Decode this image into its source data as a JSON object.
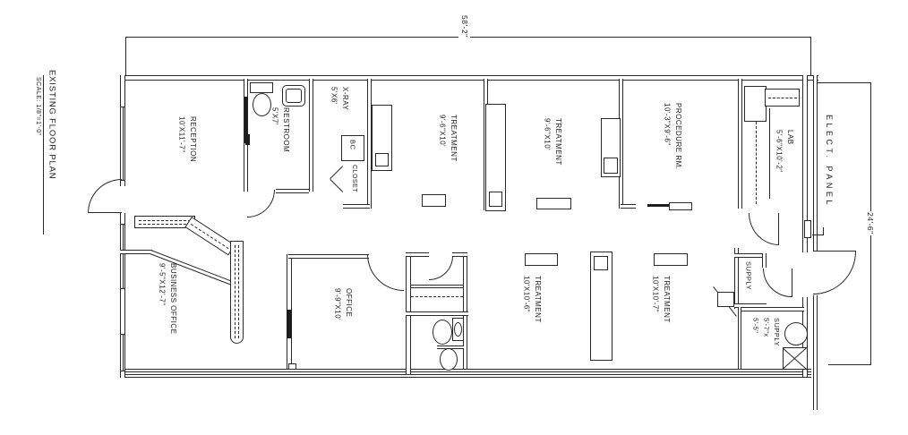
{
  "title": {
    "name": "EXISTING FLOOR PLAN",
    "scale": "SCALE: 1/8\"=1'-0\""
  },
  "dimensions": {
    "overall_width": "58'-2\"",
    "overall_depth": "24'-6\""
  },
  "rooms": {
    "reception": {
      "name": "RECEPTION",
      "dims": "10'X11'-7\""
    },
    "restroom": {
      "name": "RESTROOM",
      "dims": "5'X7'"
    },
    "xray": {
      "name": "X-RAY",
      "dims": "5'X6'"
    },
    "treatment_a": {
      "name": "TREATMENT",
      "dims": "9'-6\"X10'"
    },
    "treatment_b": {
      "name": "TREATMENT",
      "dims": "9'-6\"X10'"
    },
    "procedure": {
      "name": "PROCEDURE RM.",
      "dims": "10'-3\"X9'-6\""
    },
    "lab": {
      "name": "LAB",
      "dims": "5'-6\"X10'-2\""
    },
    "business_office": {
      "name": "BUSINESS OFFICE",
      "dims": "9'-5\"X12'-7\""
    },
    "office": {
      "name": "OFFICE",
      "dims": "9'-9\"X10'"
    },
    "treatment_c": {
      "name": "TREATMENT",
      "dims": "10'X10'-6\""
    },
    "treatment_d": {
      "name": "TREATMENT",
      "dims": "10'X10'-7\""
    },
    "supply_closet": {
      "name": "SUPPLY"
    },
    "supply_room": {
      "name": "SUPPLY",
      "dims_w": "5'-7\"x",
      "dims_h": "5'-5\""
    }
  },
  "annotations": {
    "elect_panel": "ELECT. PANEL",
    "closet": "CLOSET",
    "bc": "BC"
  }
}
